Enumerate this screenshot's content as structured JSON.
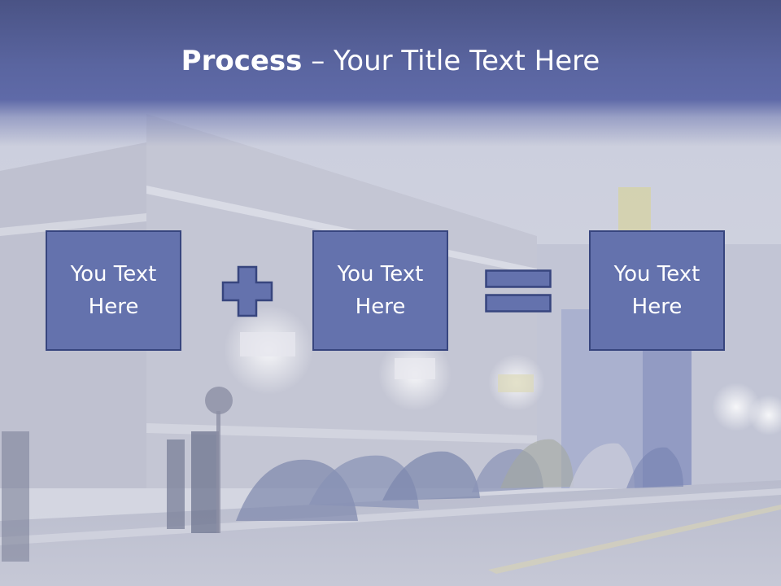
{
  "slide": {
    "title_bold": "Process",
    "title_separator": " – ",
    "title_rest": "Your Title Text Here"
  },
  "boxes": [
    {
      "line1": "You Text",
      "line2": "Here"
    },
    {
      "line1": "You Text",
      "line2": "Here"
    },
    {
      "line1": "You Text",
      "line2": "Here"
    }
  ],
  "operators": {
    "plus_icon": "plus-icon",
    "equals_icon": "equals-icon"
  },
  "colors": {
    "title_band": "#5f6aa8",
    "box_fill": "#6472ad",
    "box_border": "#37457e",
    "text": "#ffffff"
  }
}
